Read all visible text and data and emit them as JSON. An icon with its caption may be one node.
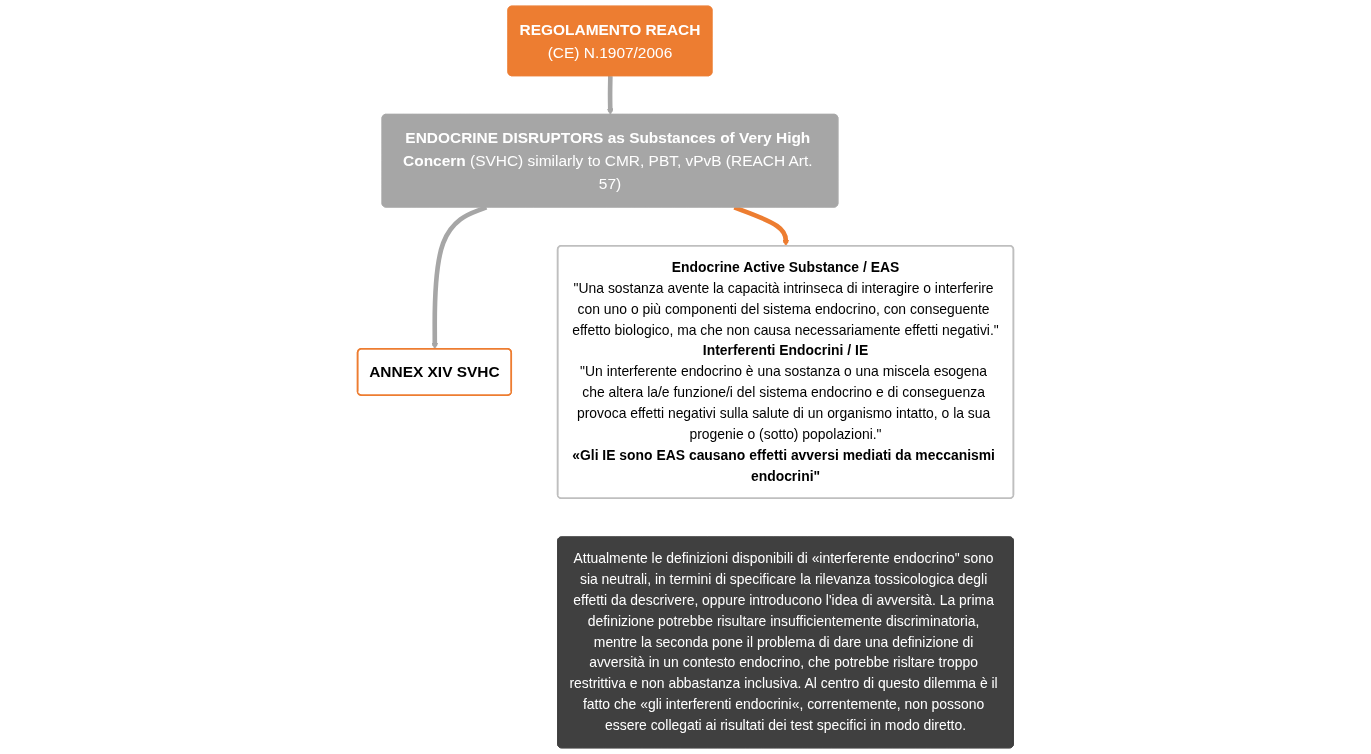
{
  "diagram": {
    "nodes": [
      {
        "text": [
          "REGOLAMENTO REACH",
          "(CE) N.1907/2006"
        ]
      },
      {
        "text": [
          "**ENDOCRINE DISRUPTORS as Substances of Very High Concern** (SVHC) similarly to CMR, PBT, vPvB (REACH Art. 57)"
        ]
      },
      {
        "text": [
          "ANNEX XIV SVHC"
        ]
      },
      {
        "text": [
          "Endocrine Active Substance / EAS",
          "\"Una sostanza avente la capacità intrinseca di interagire o interferire con uno o più componenti del sistema endocrino, con conseguente effetto biologico, ma che non causa necessariamente effetti negativi.\"",
          "Interferenti Endocrini / IE",
          "\"Un interferente endocrino è una sostanza o una miscela esogena che altera la/e funzione/i del sistema endocrino e di conseguenza provoca effetti negativi sulla salute di un organismo intatto, o la sua progenie o (sotto) popolazioni.\"",
          "«Gli IE sono EAS causano effetti avversi mediati da meccanismi endocrini\""
        ]
      },
      {
        "text": [
          "Attualmente le definizioni disponibili di «interferente endocrino\" sono sia neutrali, in termini di specificare la rilevanza tossicologica degli effetti da descrivere, oppure introducono l'idea di avversità. La prima definizione potrebbe risultare insufficientemente discriminatoria, mentre la seconda pone il problema di dare una definizione di avversità in un contesto endocrino, che potrebbe risltare troppo restrittiva e non abbastanza inclusiva. Al centro di questo dilemma è il fatto che «gli interferenti endocrini«, correntemente, non possono essere collegati ai risultati dei test specifici in modo diretto."
        ]
      }
    ],
    "edges": [
      {
        "from": 0,
        "to": 1,
        "arrow": "to"
      },
      {
        "from": 1,
        "to": 2,
        "arrow": "to"
      },
      {
        "from": 1,
        "to": 3,
        "arrow": "to",
        "color": "#ed7d31"
      }
    ]
  }
}
